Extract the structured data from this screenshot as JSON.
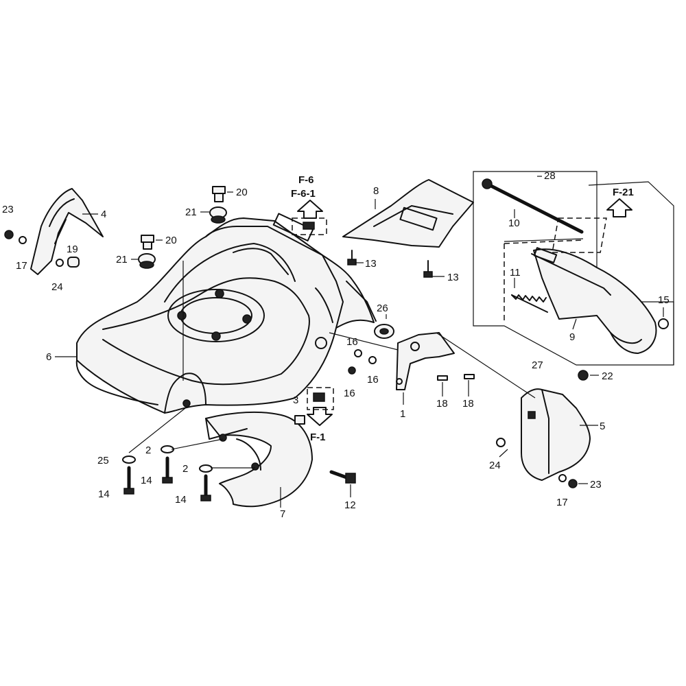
{
  "callouts": [
    {
      "id": "c1",
      "label": "1"
    },
    {
      "id": "c2a",
      "label": "2"
    },
    {
      "id": "c2b",
      "label": "2"
    },
    {
      "id": "c3",
      "label": "3"
    },
    {
      "id": "c4",
      "label": "4"
    },
    {
      "id": "c5",
      "label": "5"
    },
    {
      "id": "c6",
      "label": "6"
    },
    {
      "id": "c7",
      "label": "7"
    },
    {
      "id": "c8",
      "label": "8"
    },
    {
      "id": "c9",
      "label": "9"
    },
    {
      "id": "c10",
      "label": "10"
    },
    {
      "id": "c11",
      "label": "11"
    },
    {
      "id": "c12",
      "label": "12"
    },
    {
      "id": "c13a",
      "label": "13"
    },
    {
      "id": "c13b",
      "label": "13"
    },
    {
      "id": "c14a",
      "label": "14"
    },
    {
      "id": "c14b",
      "label": "14"
    },
    {
      "id": "c14c",
      "label": "14"
    },
    {
      "id": "c15",
      "label": "15"
    },
    {
      "id": "c16a",
      "label": "16"
    },
    {
      "id": "c16b",
      "label": "16"
    },
    {
      "id": "c16c",
      "label": "16"
    },
    {
      "id": "c17a",
      "label": "17"
    },
    {
      "id": "c17b",
      "label": "17"
    },
    {
      "id": "c18a",
      "label": "18"
    },
    {
      "id": "c18b",
      "label": "18"
    },
    {
      "id": "c19",
      "label": "19"
    },
    {
      "id": "c20a",
      "label": "20"
    },
    {
      "id": "c20b",
      "label": "20"
    },
    {
      "id": "c21a",
      "label": "21"
    },
    {
      "id": "c21b",
      "label": "21"
    },
    {
      "id": "c22",
      "label": "22"
    },
    {
      "id": "c23a",
      "label": "23"
    },
    {
      "id": "c23b",
      "label": "23"
    },
    {
      "id": "c24a",
      "label": "24"
    },
    {
      "id": "c24b",
      "label": "24"
    },
    {
      "id": "c25",
      "label": "25"
    },
    {
      "id": "c26",
      "label": "26"
    },
    {
      "id": "c27",
      "label": "27"
    },
    {
      "id": "c28",
      "label": "28"
    }
  ],
  "references": {
    "f6": "F-6",
    "f61": "F-6-1",
    "f1": "F-1",
    "f21": "F-21"
  }
}
